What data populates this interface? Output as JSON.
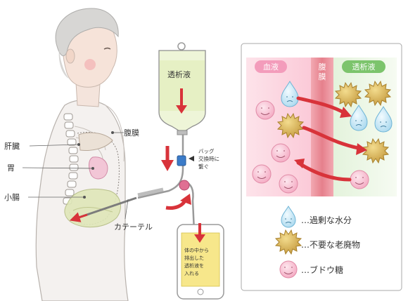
{
  "organs": {
    "peritoneum": "腹膜",
    "liver": "肝臓",
    "stomach": "胃",
    "small_intestine": "小腸"
  },
  "catheter": "カテーテル",
  "dialysate_bag": "透析液",
  "connector_note": [
    "バッグ",
    "交換時に",
    "繋ぐ"
  ],
  "phone_note": [
    "体の中から",
    "排出した",
    "透析液を",
    "入れる"
  ],
  "panel": {
    "blood": "血液",
    "membrane": "腹膜",
    "dialysate": "透析液"
  },
  "legend": [
    {
      "icon": "water-drop-icon",
      "text": "…過剰な水分"
    },
    {
      "icon": "waste-icon",
      "text": "…不要な老廃物"
    },
    {
      "icon": "glucose-icon",
      "text": "…ブドウ糖"
    }
  ],
  "colors": {
    "blood": "#f4a4c0",
    "dialysate": "#9ad08a",
    "membrane": "#e88a96",
    "arrow": "#d8333a",
    "waste": "#c9a24a"
  }
}
